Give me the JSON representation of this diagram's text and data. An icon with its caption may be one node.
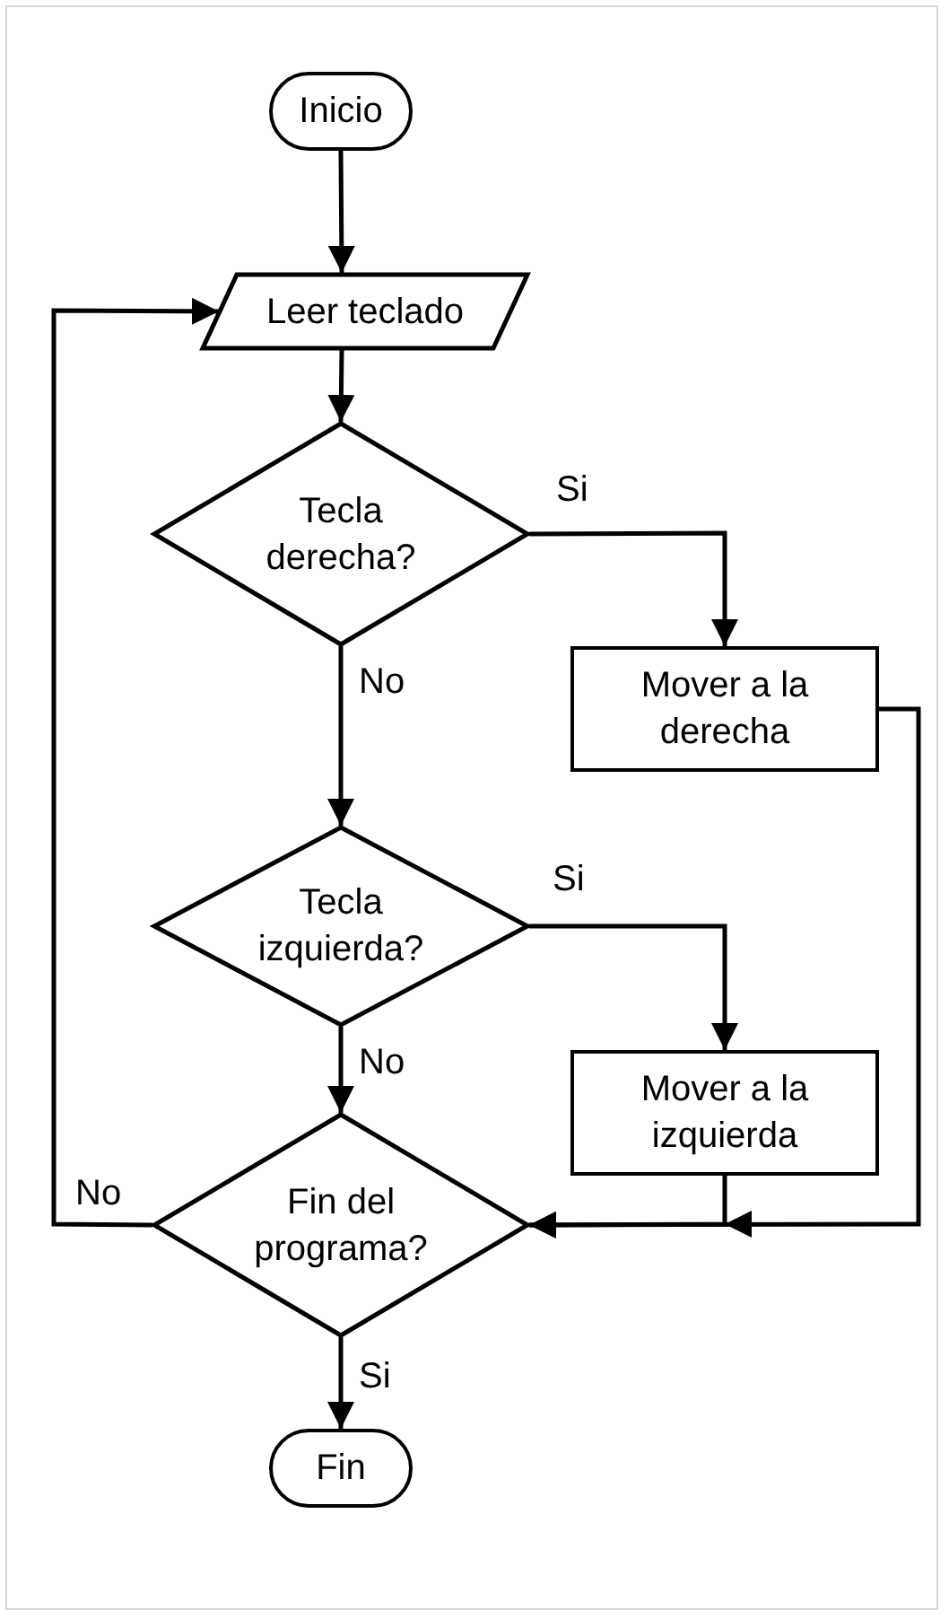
{
  "diagram": {
    "nodes": [
      {
        "text": [
          "Inicio"
        ]
      },
      {
        "text": [
          "Leer teclado"
        ]
      },
      {
        "text": [
          "Tecla derecha?"
        ]
      },
      {
        "text": [
          "Mover a la derecha"
        ]
      },
      {
        "text": [
          "Tecla izquierda?"
        ]
      },
      {
        "text": [
          "Mover a la izquierda"
        ]
      },
      {
        "text": [
          "Fin del programa?"
        ]
      },
      {
        "text": [
          "Fin"
        ]
      }
    ],
    "edges": [
      {
        "from": 0,
        "to": 1,
        "arrow": "to"
      },
      {
        "from": 1,
        "to": 2,
        "arrow": "to"
      },
      {
        "from": 2,
        "to": 3,
        "arrow": "to",
        "label": "Si"
      },
      {
        "from": 2,
        "to": 4,
        "arrow": "to",
        "label": "No"
      },
      {
        "from": 4,
        "to": 5,
        "arrow": "to",
        "label": "Si"
      },
      {
        "from": 4,
        "to": 6,
        "arrow": "to",
        "label": "No"
      },
      {
        "from": 3,
        "to": 6,
        "arrow": "to"
      },
      {
        "from": 5,
        "to": 6,
        "arrow": "to"
      },
      {
        "from": 6,
        "to": 1,
        "arrow": "to",
        "label": "No"
      },
      {
        "from": 6,
        "to": 7,
        "arrow": "to",
        "label": "Si"
      }
    ]
  }
}
